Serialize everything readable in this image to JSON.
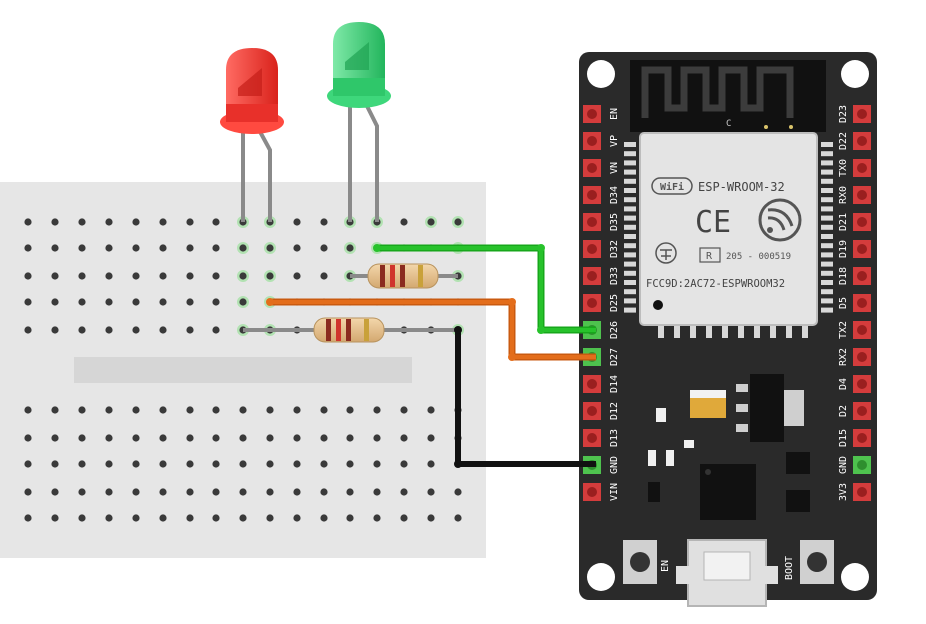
{
  "board": {
    "module_label": "ESP-WROOM-32",
    "fcc_label": "FCC9D:2AC72-ESPWROOM32",
    "cert_code": "205 - 000519",
    "r_mark": "R",
    "c_mark": "C",
    "ce_mark": "CE",
    "wifi_mark": "WiFi",
    "en_button": "EN",
    "boot_button": "BOOT",
    "left_pins": [
      "EN",
      "VP",
      "VN",
      "D34",
      "D35",
      "D32",
      "D33",
      "D25",
      "D26",
      "D27",
      "D14",
      "D12",
      "D13",
      "GND",
      "VIN"
    ],
    "right_pins": [
      "D23",
      "D22",
      "TX0",
      "RX0",
      "D21",
      "D19",
      "D18",
      "D5",
      "TX2",
      "RX2",
      "D4",
      "D2",
      "D15",
      "GND",
      "3V3"
    ]
  },
  "components": {
    "leds": [
      {
        "name": "red-led",
        "color": "#e8302a"
      },
      {
        "name": "green-led",
        "color": "#2fc76a"
      }
    ],
    "resistors": 2
  },
  "wires": [
    {
      "name": "green-wire",
      "color": "#27c22b",
      "to_pin": "D26"
    },
    {
      "name": "orange-wire",
      "color": "#e36d1b",
      "to_pin": "D27"
    },
    {
      "name": "black-wire",
      "color": "#111111",
      "to_pin": "GND"
    }
  ],
  "colors": {
    "board": "#2a2a2a",
    "breadboard": "#e6e6e6",
    "pin_red": "#d43c3c",
    "pin_green": "#4ec24e"
  }
}
